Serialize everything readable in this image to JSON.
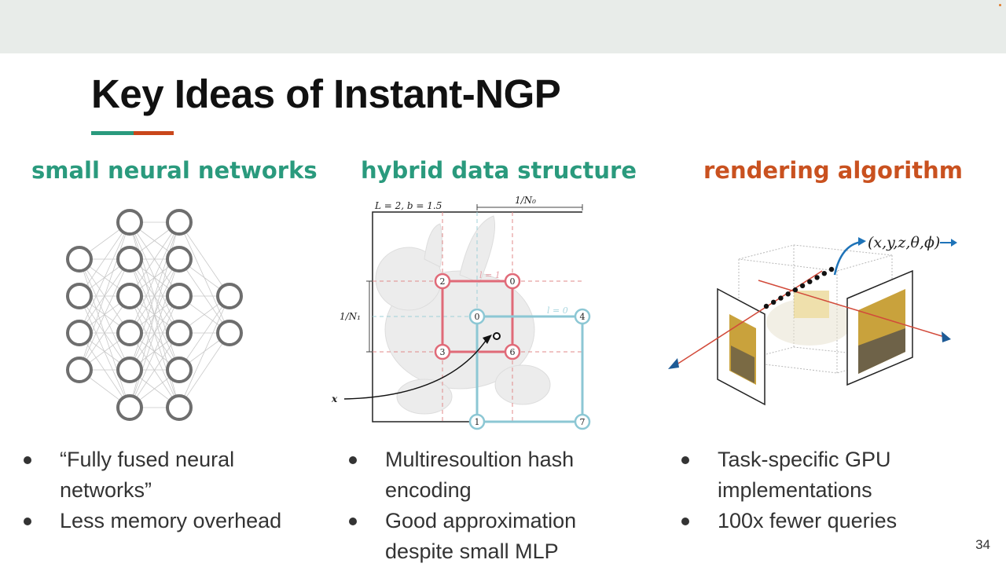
{
  "slide": {
    "title": "Key Ideas of Instant-NGP",
    "accent_colors": {
      "green": "#2a9a7d",
      "orange": "#c9471b"
    },
    "page_number": "34"
  },
  "columns": [
    {
      "heading": "small neural networks",
      "bullets": [
        "“Fully fused neural networks”",
        "Less memory overhead"
      ]
    },
    {
      "heading": "hybrid data structure",
      "bullets": [
        "Multiresoultion hash encoding",
        "Good approximation despite small MLP"
      ]
    },
    {
      "heading": "rendering algorithm",
      "bullets": [
        "Task-specific GPU implementations",
        "100x fewer queries"
      ]
    }
  ],
  "hash_figure": {
    "params": "L = 2,  b = 1.5",
    "n0": "1/N₀",
    "n1": "1/N₁",
    "level1": "l = 1",
    "level0": "l = 0",
    "x": "x",
    "nodes_l1": [
      "2",
      "0",
      "3",
      "6"
    ],
    "nodes_l0": [
      "0",
      "4",
      "1",
      "7"
    ]
  },
  "render_figure": {
    "ray_label": "(x,y,z,θ,ϕ)"
  }
}
